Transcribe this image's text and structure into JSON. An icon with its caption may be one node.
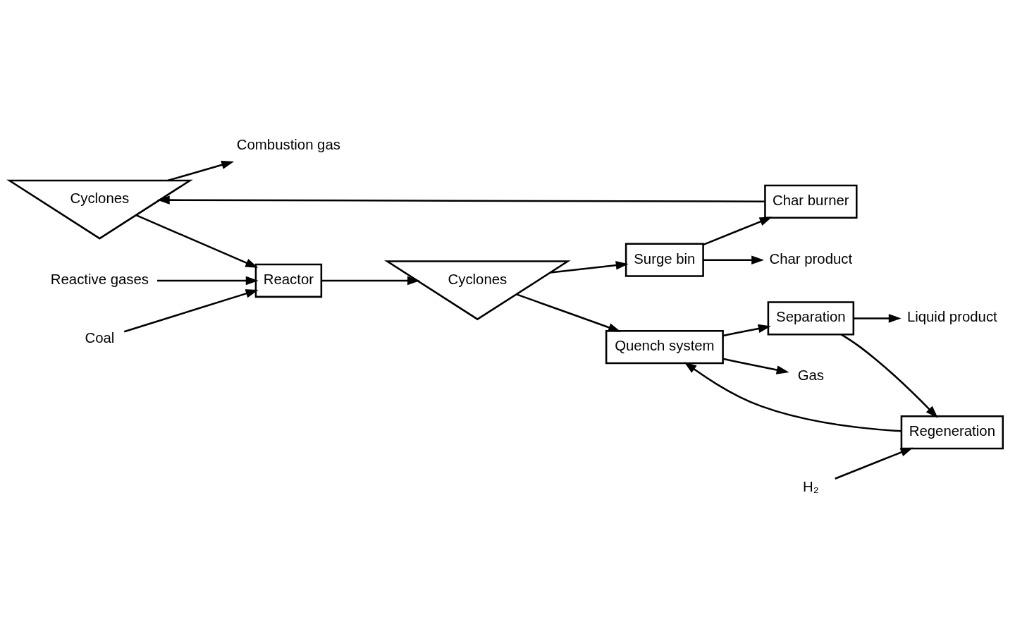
{
  "diagram": {
    "nodes": [
      {
        "text": [
          "Combustion gas"
        ]
      },
      {
        "text": [
          "Cyclones"
        ]
      },
      {
        "text": [
          "Reactive gases"
        ]
      },
      {
        "text": [
          "Reactor"
        ]
      },
      {
        "text": [
          "Coal"
        ]
      },
      {
        "text": [
          "Char burner"
        ]
      },
      {
        "text": [
          "Cyclones"
        ]
      },
      {
        "text": [
          "Gas"
        ]
      },
      {
        "text": [
          "Quench system"
        ]
      },
      {
        "text": [
          "Regeneration"
        ]
      },
      {
        "text": [
          "Separation"
        ]
      },
      {
        "text": [
          "H₂"
        ]
      },
      {
        "text": [
          "Liquid product"
        ]
      },
      {
        "text": [
          "Surge bin"
        ]
      },
      {
        "text": [
          "Char product"
        ]
      }
    ],
    "edges": [
      {
        "from": 1,
        "to": 0,
        "arrow": "to"
      },
      {
        "from": 5,
        "to": 1,
        "arrow": "to"
      },
      {
        "from": 1,
        "to": 3,
        "arrow": "to"
      },
      {
        "from": 2,
        "to": 3,
        "arrow": "to"
      },
      {
        "from": 4,
        "to": 3,
        "arrow": "to"
      },
      {
        "from": 3,
        "to": 6,
        "arrow": "to"
      },
      {
        "from": 6,
        "to": 8,
        "arrow": "to"
      },
      {
        "from": 6,
        "to": 13,
        "arrow": "to"
      },
      {
        "from": 8,
        "to": 7,
        "arrow": "to"
      },
      {
        "from": 9,
        "to": 8,
        "arrow": "to"
      },
      {
        "from": 8,
        "to": 10,
        "arrow": "to"
      },
      {
        "from": 10,
        "to": 9,
        "arrow": "to"
      },
      {
        "from": 11,
        "to": 9,
        "arrow": "to"
      },
      {
        "from": 10,
        "to": 12,
        "arrow": "to"
      },
      {
        "from": 13,
        "to": 5,
        "arrow": "to"
      },
      {
        "from": 13,
        "to": 14,
        "arrow": "to"
      }
    ]
  }
}
